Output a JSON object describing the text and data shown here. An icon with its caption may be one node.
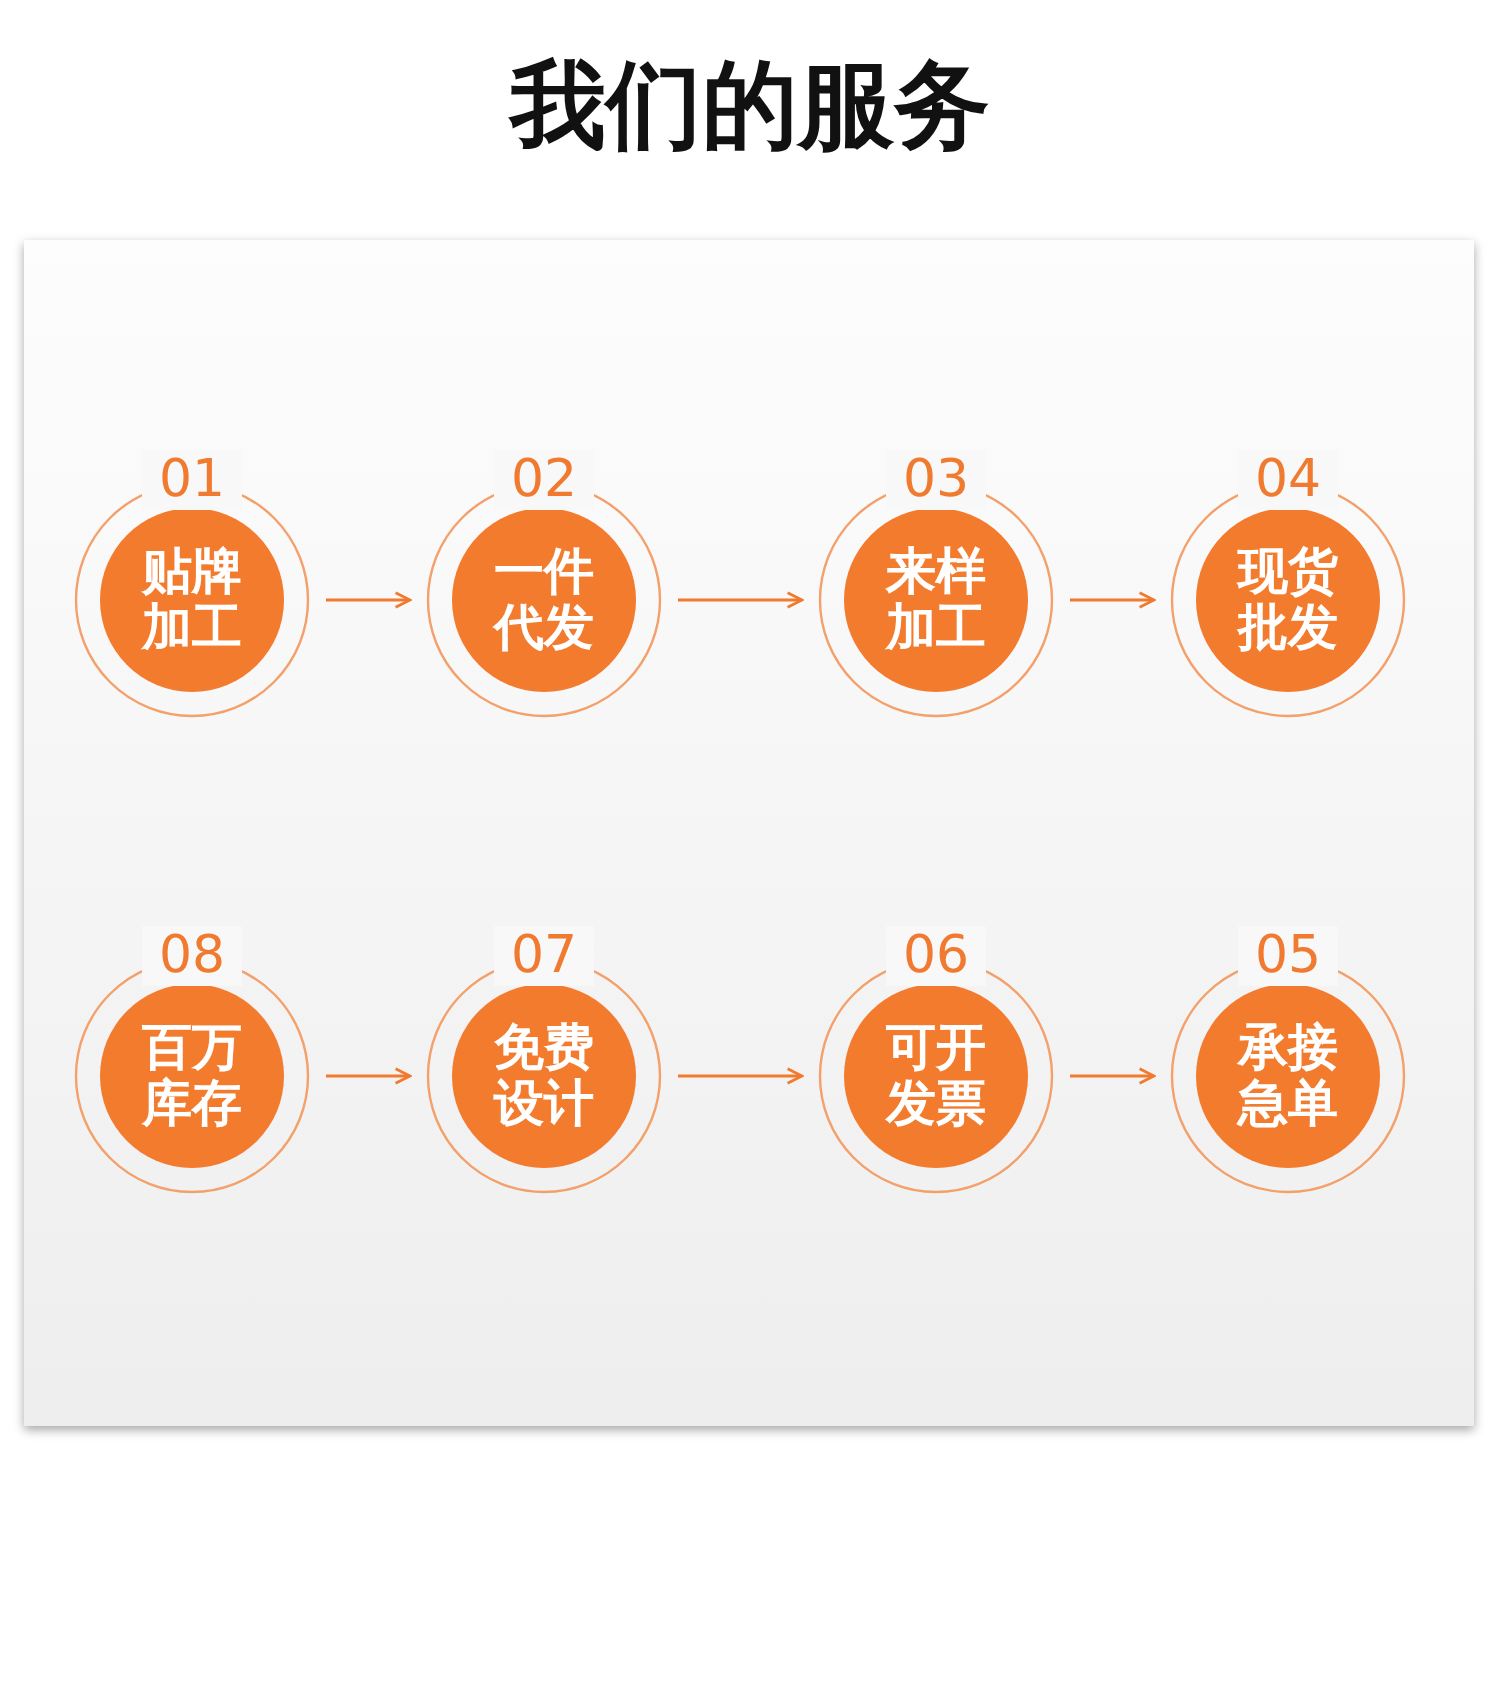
{
  "diagram": {
    "title": "我们的服务",
    "nodes": [
      {
        "text": [
          "01",
          "贴牌加工"
        ]
      },
      {
        "text": [
          "02",
          "一件代发"
        ]
      },
      {
        "text": [
          "03",
          "来样加工"
        ]
      },
      {
        "text": [
          "04",
          "现货批发"
        ]
      },
      {
        "text": [
          "08",
          "百万库存"
        ]
      },
      {
        "text": [
          "07",
          "免费设计"
        ]
      },
      {
        "text": [
          "06",
          "可开发票"
        ]
      },
      {
        "text": [
          "05",
          "承接急单"
        ]
      }
    ],
    "edges": [
      {
        "from": 0,
        "to": 1,
        "arrow": "to"
      },
      {
        "from": 1,
        "to": 2,
        "arrow": "to"
      },
      {
        "from": 2,
        "to": 3,
        "arrow": "to"
      },
      {
        "from": 4,
        "to": 5,
        "arrow": "to"
      },
      {
        "from": 5,
        "to": 6,
        "arrow": "to"
      },
      {
        "from": 6,
        "to": 7,
        "arrow": "to"
      }
    ]
  }
}
